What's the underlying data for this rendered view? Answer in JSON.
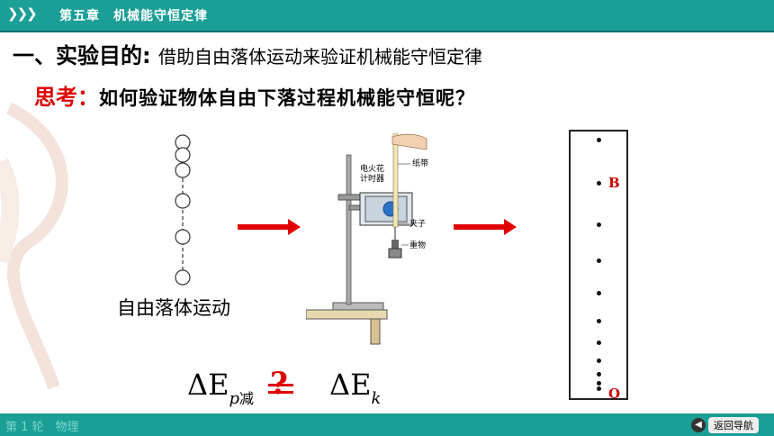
{
  "header": {
    "chevrons": "❯❯❯",
    "title": "第五章　机械能守恒定律"
  },
  "section": {
    "title": "一、实验目的",
    "colon": ":",
    "subtitle": "借助自由落体运动来验证机械能守恒定律"
  },
  "question": {
    "label": "思考：",
    "text": "如何验证物体自由下落过程机械能守恒呢？"
  },
  "motion_label": "自由落体运动",
  "apparatus": {
    "timer_label_1": "电火花",
    "timer_label_2": "计时器",
    "tape_label": "纸带",
    "clamp_label": "夹子",
    "weight_label": "重物"
  },
  "tape": {
    "mark_b": "B",
    "mark_o": "O"
  },
  "formula": {
    "left": "ΔE",
    "left_sub": "p",
    "left_sub2": "减",
    "op": "?",
    "right": "ΔE",
    "right_sub": "k"
  },
  "colors": {
    "accent": "#1a9e96",
    "red": "#e00000"
  },
  "footer": {
    "left": "第 1 轮　物理",
    "nav_label": "返回导航",
    "nav_icon": "back-arrow-icon"
  }
}
